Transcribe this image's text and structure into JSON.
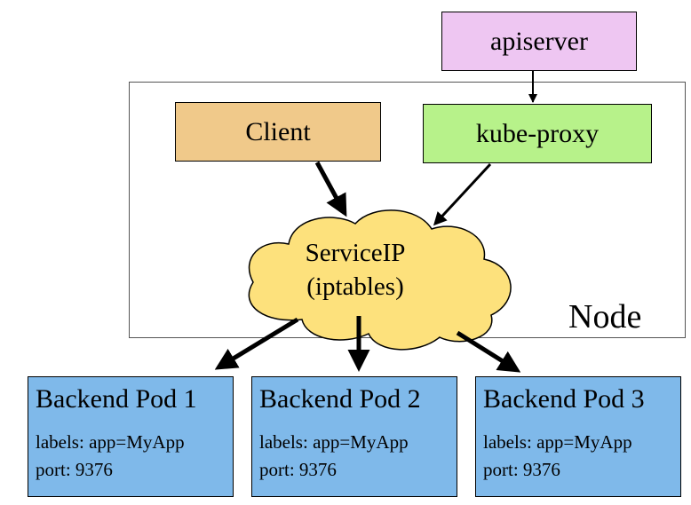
{
  "node": {
    "label": "Node"
  },
  "apiserver": {
    "label": "apiserver"
  },
  "client": {
    "label": "Client"
  },
  "kube_proxy": {
    "label": "kube-proxy"
  },
  "service": {
    "line1": "ServiceIP",
    "line2": "(iptables)"
  },
  "pods": [
    {
      "title": "Backend Pod 1",
      "labels": "labels: app=MyApp",
      "port": "port: 9376"
    },
    {
      "title": "Backend Pod 2",
      "labels": "labels: app=MyApp",
      "port": "port: 9376"
    },
    {
      "title": "Backend Pod 3",
      "labels": "labels: app=MyApp",
      "port": "port: 9376"
    }
  ],
  "colors": {
    "apiserver": "#eec6f2",
    "client": "#f0c98a",
    "kube_proxy": "#b7f28a",
    "service_cloud": "#fde17c",
    "pod": "#7fb9ea"
  }
}
